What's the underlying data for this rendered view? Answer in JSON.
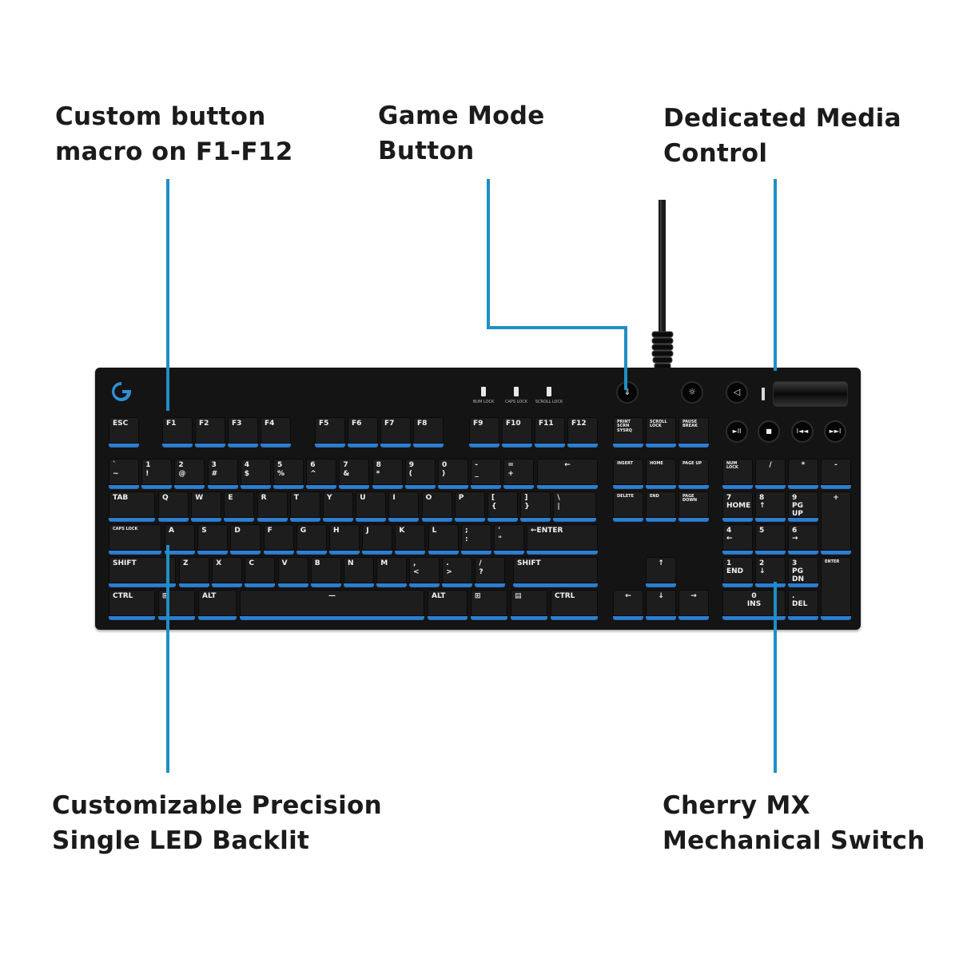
{
  "callouts": {
    "custom_macro": {
      "line1": "Custom button",
      "line2": "macro on F1-F12"
    },
    "game_mode": {
      "line1": "Game Mode",
      "line2": "Button"
    },
    "media_control": {
      "line1": "Dedicated Media",
      "line2": "Control"
    },
    "backlight": {
      "line1": "Customizable Precision",
      "line2": "Single LED Backlit"
    },
    "switch": {
      "line1": "Cherry MX",
      "line2": "Mechanical Switch"
    }
  },
  "indicators": [
    "NUM LOCK",
    "CAPS LOCK",
    "SCROLL LOCK"
  ],
  "top_buttons": {
    "game_mode_icon": "⇓",
    "backlight_icon": "☼",
    "mute_icon": "◁"
  },
  "media_buttons": [
    "►II",
    "■",
    "I◄◄",
    "►►I"
  ],
  "keys": {
    "esc": "ESC",
    "f": [
      "F1",
      "F2",
      "F3",
      "F4",
      "F5",
      "F6",
      "F7",
      "F8",
      "F9",
      "F10",
      "F11",
      "F12"
    ],
    "nav_top": [
      "PRINT SCRN SYSRQ",
      "SCROLL LOCK",
      "PAUSE BREAK"
    ],
    "num_row": [
      {
        "top": "`",
        "bot": "~"
      },
      {
        "top": "1",
        "bot": "!"
      },
      {
        "top": "2",
        "bot": "@"
      },
      {
        "top": "3",
        "bot": "#"
      },
      {
        "top": "4",
        "bot": "$"
      },
      {
        "top": "5",
        "bot": "%"
      },
      {
        "top": "6",
        "bot": "^"
      },
      {
        "top": "7",
        "bot": "&"
      },
      {
        "top": "8",
        "bot": "*"
      },
      {
        "top": "9",
        "bot": "("
      },
      {
        "top": "0",
        "bot": ")"
      },
      {
        "top": "-",
        "bot": "_"
      },
      {
        "top": "=",
        "bot": "+"
      }
    ],
    "backspace": "←",
    "nav_mid1": [
      "INSERT",
      "HOME",
      "PAGE UP"
    ],
    "nav_mid2": [
      "DELETE",
      "END",
      "PAGE DOWN"
    ],
    "tab": "TAB",
    "q_row": [
      "Q",
      "W",
      "E",
      "R",
      "T",
      "Y",
      "U",
      "I",
      "O",
      "P"
    ],
    "q_row_sym": [
      {
        "top": "[",
        "bot": "{"
      },
      {
        "top": "]",
        "bot": "}"
      },
      {
        "top": "\\",
        "bot": "|"
      }
    ],
    "caps": "CAPS LOCK",
    "a_row": [
      "A",
      "S",
      "D",
      "F",
      "G",
      "H",
      "J",
      "K",
      "L"
    ],
    "a_row_sym": [
      {
        "top": ";",
        "bot": ":"
      },
      {
        "top": "'",
        "bot": "\""
      }
    ],
    "enter": "←ENTER",
    "shift_l": "SHIFT",
    "z_row": [
      "Z",
      "X",
      "C",
      "V",
      "B",
      "N",
      "M"
    ],
    "z_row_sym": [
      {
        "top": ",",
        "bot": "<"
      },
      {
        "top": ".",
        "bot": ">"
      },
      {
        "top": "/",
        "bot": "?"
      }
    ],
    "shift_r": "SHIFT",
    "ctrl_l": "CTRL",
    "win_l": "⊞",
    "alt_l": "ALT",
    "space": "—",
    "alt_r": "ALT",
    "win_r": "⊞",
    "menu": "▤",
    "ctrl_r": "CTRL",
    "arrows": {
      "up": "↑",
      "left": "←",
      "down": "↓",
      "right": "→"
    },
    "numpad": {
      "numlock": "NUM LOCK",
      "div": "/",
      "mul": "*",
      "sub": "-",
      "n7": {
        "top": "7",
        "bot": "HOME"
      },
      "n8": {
        "top": "8",
        "bot": "↑"
      },
      "n9": {
        "top": "9",
        "bot": "PG UP"
      },
      "add": "+",
      "n4": {
        "top": "4",
        "bot": "←"
      },
      "n5": {
        "top": "5",
        "bot": ""
      },
      "n6": {
        "top": "6",
        "bot": "→"
      },
      "n1": {
        "top": "1",
        "bot": "END"
      },
      "n2": {
        "top": "2",
        "bot": "↓"
      },
      "n3": {
        "top": "3",
        "bot": "PG DN"
      },
      "enter": "ENTER",
      "n0": {
        "top": "0",
        "bot": "INS"
      },
      "dot": {
        "top": ".",
        "bot": "DEL"
      }
    }
  },
  "colors": {
    "accent": "#1f8fc4",
    "backlight": "#2c7fd0",
    "keyboard": "#141414"
  }
}
